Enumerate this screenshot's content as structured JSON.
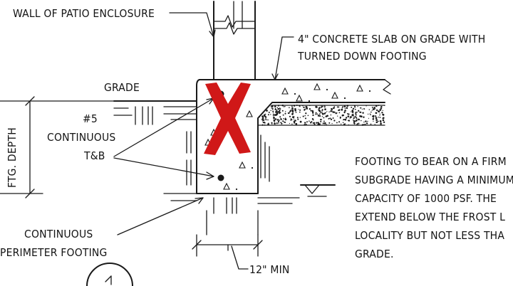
{
  "labels": {
    "wall": "WALL OF PATIO ENCLOSURE",
    "slab_line1": "4\" CONCRETE SLAB ON GRADE WITH",
    "slab_line2": "TURNED DOWN FOOTING",
    "grade": "GRADE",
    "ftg_depth": "FTG. DEPTH",
    "rebar_size": "#5",
    "rebar_continuous": "CONTINUOUS",
    "rebar_tb": "T&B",
    "footing_continuous": "CONTINUOUS",
    "footing_perimeter": "PERIMETER FOOTING",
    "width_min": "12\" MIN",
    "note_line1": "FOOTING TO BEAR ON A FIRM",
    "note_line2": "SUBGRADE HAVING A MINIMUM",
    "note_line3": "CAPACITY OF 1000 PSF. THE",
    "note_line4": "EXTEND BELOW THE FROST L",
    "note_line5": "LOCALITY BUT NOT LESS THA",
    "note_line6": "GRADE."
  },
  "colors": {
    "line": "#1a1a1a",
    "mark": "#d01818",
    "background": "#ffffff"
  },
  "mark_icon": "red-x-mark"
}
